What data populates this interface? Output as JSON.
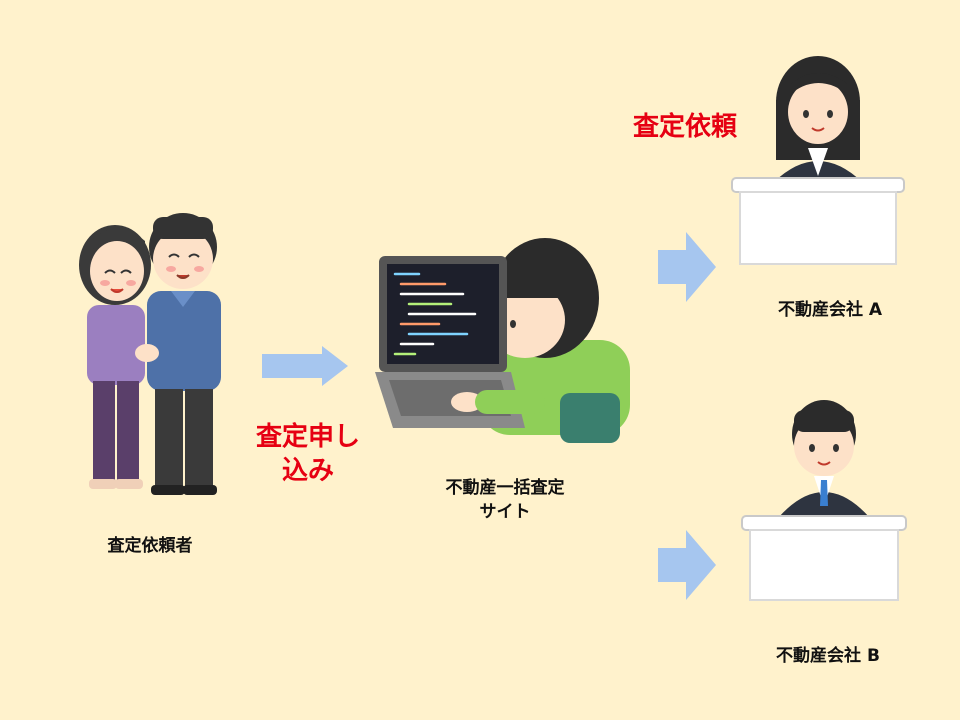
{
  "requester": {
    "label": "査定依頼者"
  },
  "site": {
    "label_line1": "不動産一括査定",
    "label_line2": "サイト"
  },
  "application": {
    "line1": "査定申し",
    "line2": "込み"
  },
  "request": {
    "label": "査定依頼"
  },
  "company_a": {
    "label": "不動産会社 A"
  },
  "company_b": {
    "label": "不動産会社 B"
  },
  "colors": {
    "background": "#fff2cc",
    "arrow": "#a6c6ef",
    "accent_text": "#e60012"
  },
  "icons": [
    "couple-illustration",
    "computer-user-illustration",
    "agent-woman-illustration",
    "agent-man-illustration",
    "arrow-right-icon"
  ]
}
